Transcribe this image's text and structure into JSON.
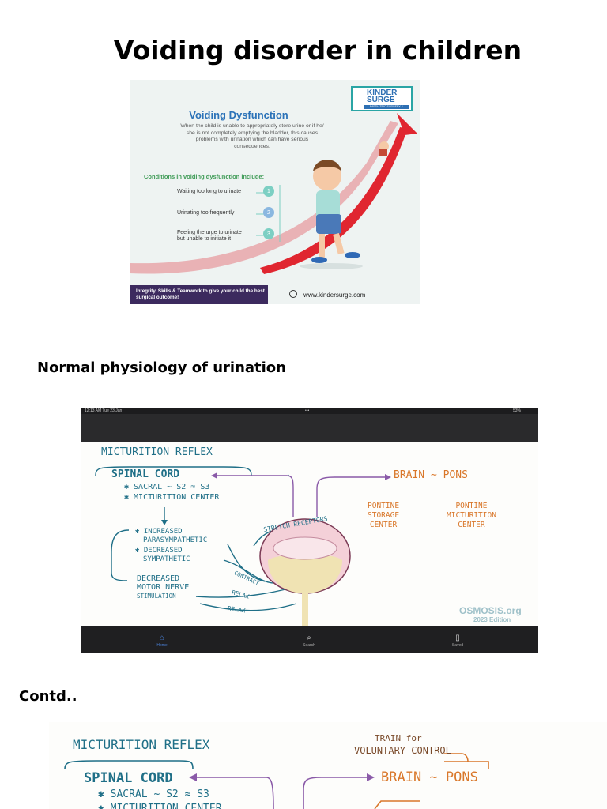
{
  "page": {
    "title": "Voiding disorder in children",
    "heading_physiology": "Normal physiology of urination",
    "heading_contd": "Contd.."
  },
  "infographic": {
    "title": "Voiding Dysfunction",
    "description": "When the child is unable  to appropriately store urine or if he/ she is not completely emptying the bladder, this causes problems with urination which can have serious consequences.",
    "conditions_heading": "Conditions in voiding dysfunction include:",
    "conditions": [
      {
        "num": "1",
        "text": "Waiting too long to urinate"
      },
      {
        "num": "2",
        "text": "Urinating too frequently"
      },
      {
        "num": "3",
        "text": "Feeling the urge to urinate but unable to initiate it"
      }
    ],
    "logo_line1": "KINDER",
    "logo_line2": "SURGE",
    "logo_sub": "PAEDIATRIC SURGERY & UROLOGY",
    "banner": "Integrity, Skills & Teamwork to give your child the best surgical outcome!",
    "website": "www.kindersurge.com",
    "colors": {
      "arrow": "#e02630",
      "title": "#2b72b8",
      "banner": "#3c2a5e"
    }
  },
  "tablet": {
    "status_time": "12:13 AM   Tue 23 Jan",
    "status_dots": "•••",
    "status_battery": "53%",
    "nav": [
      {
        "label": "Home",
        "icon": "home-icon"
      },
      {
        "label": "Search",
        "icon": "search-icon"
      },
      {
        "label": "Saved",
        "icon": "bookmark-icon"
      }
    ],
    "diagram": {
      "heading": "MICTURITION REFLEX",
      "spinal_cord": "SPINAL CORD",
      "sacral": "✱ SACRAL ~ S2 ≈ S3",
      "micturition_center": "✱ MICTURITION CENTER",
      "brain": "BRAIN ~ PONS",
      "pontine_storage": [
        "PONTINE",
        "STORAGE",
        "CENTER"
      ],
      "pontine_micturition": [
        "PONTINE",
        "MICTURITION",
        "CENTER"
      ],
      "stretch_receptors": "STRETCH RECEPTORS",
      "increased": "✱ INCREASED",
      "parasympathetic": "PARASYMPATHETIC",
      "decreased": "✱ DECREASED",
      "sympathetic": "SYMPATHETIC",
      "decreased_motor": [
        "DECREASED",
        "MOTOR NERVE",
        "STIMULATION"
      ],
      "contract": "CONTRACT",
      "relax1": "RELAX",
      "relax2": "RELAX",
      "watermark": "OSMOSIS.org",
      "edition": "2023 Edition"
    }
  },
  "bottom_diagram": {
    "heading": "MICTURITION REFLEX",
    "spinal_cord": "SPINAL CORD",
    "sacral": "✱ SACRAL ~ S2 ≈ S3",
    "micturition_center": "✱ MICTURITION CENTER",
    "train": "TRAIN for",
    "voluntary": "VOLUNTARY CONTROL",
    "brain": "BRAIN ~ PONS"
  }
}
